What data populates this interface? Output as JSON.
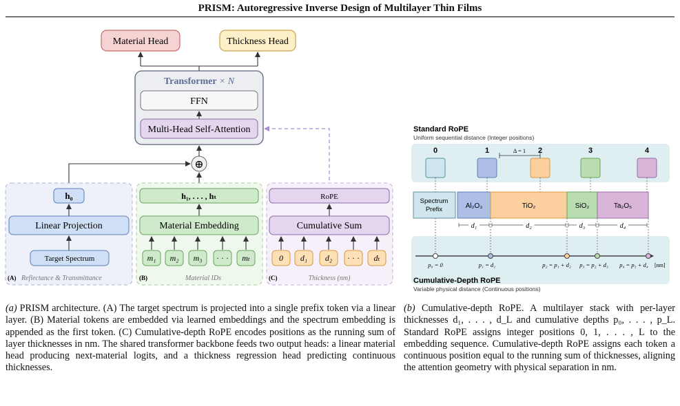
{
  "title": "PRISM: Autoregressive Inverse Design of Multilayer Thin Films",
  "left": {
    "material_head": "Material Head",
    "thickness_head": "Thickness Head",
    "transformer_label": "Transformer",
    "transformer_times": "× N",
    "ffn": "FFN",
    "mhsa": "Multi-Head Self-Attention",
    "plus": "⊕",
    "panel_a": {
      "tag": "(A)",
      "subtitle": "Reflectance & Transmittance",
      "h0": "h₀",
      "linear_projection": "Linear Projection",
      "target_spectrum": "Target Spectrum"
    },
    "panel_b": {
      "tag": "(B)",
      "subtitle": "Material IDs",
      "h_seq": "h₁, . . . , hₜ",
      "embedding": "Material Embedding",
      "tokens": [
        "m₁",
        "m₂",
        "m₃",
        "· · ·",
        "mₜ"
      ]
    },
    "panel_c": {
      "tag": "(C)",
      "subtitle": "Thickness (nm)",
      "rope": "RoPE",
      "cumsum": "Cumulative Sum",
      "tokens": [
        "0",
        "d₁",
        "d₂",
        "· · ·",
        "dₜ"
      ]
    }
  },
  "right": {
    "std_title": "Standard RoPE",
    "std_sub": "Uniform sequential distance (Integer positions)",
    "std_positions": [
      "0",
      "1",
      "2",
      "3",
      "4"
    ],
    "delta": "Δ = 1",
    "spectrum_prefix_line1": "Spectrum",
    "spectrum_prefix_line2": "Prefix",
    "layers": [
      "Al₂O₃",
      "TiO₂",
      "SiO₂",
      "Ta₂O₅"
    ],
    "thickness_labels": [
      "d₁",
      "d₂",
      "d₃",
      "d₄"
    ],
    "cum_labels": [
      "p₀ = 0",
      "p₁ = d₁",
      "p₂ = p₁ + d₂",
      "p₃ = p₂ + d₃",
      "p₄ = p₃ + d₄"
    ],
    "axis_unit": "[nm]",
    "cum_title": "Cumulative-Depth RoPE",
    "cum_sub": "Variable physical distance (Continuous positions)",
    "colors": {
      "prefix": "#cfe6ee",
      "al2o3": "#aebfe6",
      "tio2": "#fbcf9e",
      "sio2": "#b9dcb0",
      "ta2o5": "#d9b6d9"
    }
  },
  "captions": {
    "a_label": "(a)",
    "a_text": "PRISM architecture. (A) The target spectrum is projected into a single prefix token via a linear layer. (B) Material tokens are embedded via learned embeddings and the spectrum embedding is appended as the first token. (C) Cumulative-depth RoPE encodes positions as the running sum of layer thicknesses in nm. The shared transformer backbone feeds two output heads: a linear material head producing next-material logits, and a thickness regression head predicting continuous thicknesses.",
    "b_label": "(b)",
    "b_text": "Cumulative-depth RoPE. A multilayer stack with per-layer thicknesses d₁, . . . , d_L and cumulative depths p₀, . . . , p_L. Standard RoPE assigns integer positions 0, 1, . . . , L to the embedding sequence. Cumulative-depth RoPE assigns each token a continuous position equal to the running sum of thicknesses, aligning the attention geometry with physical separation in nm."
  }
}
